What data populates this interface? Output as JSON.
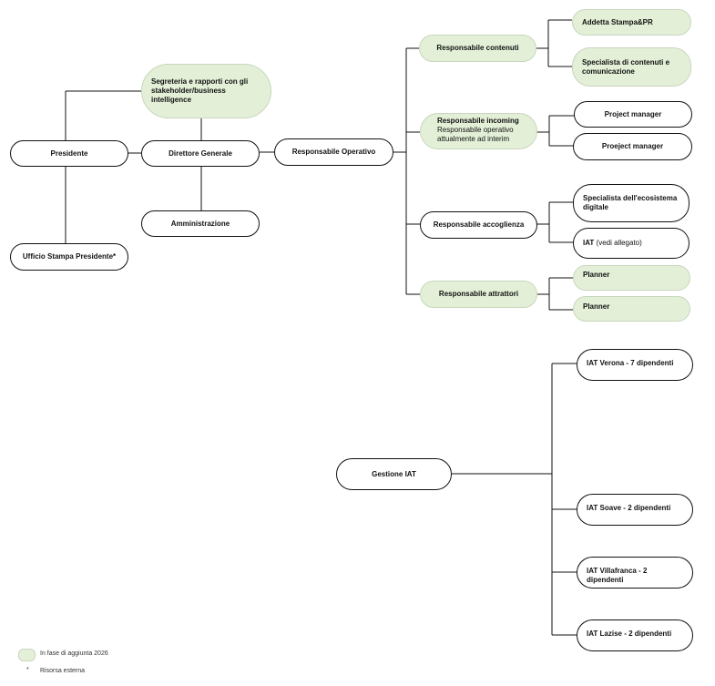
{
  "colors": {
    "line": "#111111",
    "new_fill": "#e3f0d7",
    "new_border": "#c9d6be"
  },
  "nodes": {
    "segreteria": "Segreteria e rapporti con gli stakeholder/business intelligence",
    "presidente": "Presidente",
    "direttore": "Direttore Generale",
    "amministrazione": "Amministrazione",
    "ufficio_stampa": "Ufficio Stampa Presidente*",
    "resp_operativo": "Responsabile Operativo",
    "resp_contenuti": "Responsabile contenuti",
    "addetta_stampa": "Addetta Stampa&PR",
    "specialista_contenuti": "Specialista di contenuti e comunicazione",
    "resp_incoming_title": "Responsabile incoming",
    "resp_incoming_sub": "Responsabile operativo attualmente ad interim",
    "project_manager_1": "Project manager",
    "project_manager_2": "Proeject manager",
    "resp_accoglienza": "Responsabile accoglienza",
    "specialista_ecosistema": "Specialista dell'ecosistema digitale",
    "iat_title": "IAT",
    "iat_sub": "(vedi allegato)",
    "resp_attrattori": "Responsabile attrattori",
    "planner_1": "Planner",
    "planner_2": "Planner",
    "gestione_iat": "Gestione IAT",
    "iat_verona": "IAT Verona - 7 dipendenti",
    "iat_soave": "IAT Soave - 2 dipendenti",
    "iat_villafranca": "IAT Villafranca - 2 dipendenti",
    "iat_lazise": "IAT Lazise - 2 dipendenti"
  },
  "legend": {
    "new_label": "In fase di aggiunta 2026",
    "asterisk_symbol": "*",
    "asterisk_label": "Risorsa esterna"
  }
}
